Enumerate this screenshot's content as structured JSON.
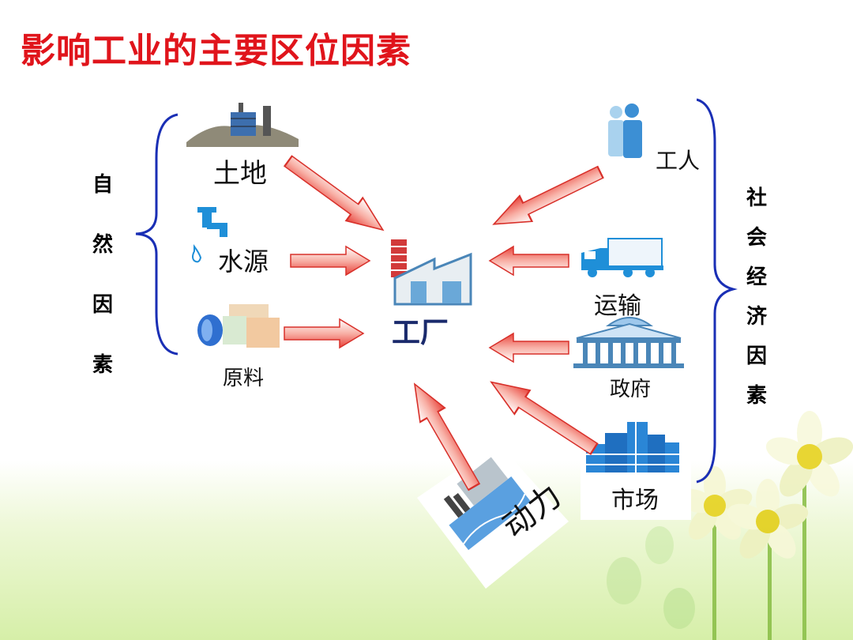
{
  "title": "影响工业的主要区位因素",
  "natural_factors": {
    "label_chars": [
      "自",
      "然",
      "因",
      "素"
    ],
    "items": [
      "土地",
      "水源",
      "原料"
    ]
  },
  "social_factors": {
    "label_chars": [
      "社",
      "会",
      "经",
      "济",
      "因",
      "素"
    ],
    "items": [
      "工人",
      "运输",
      "政府",
      "市场"
    ]
  },
  "center": "工厂",
  "power": "动力",
  "colors": {
    "title": "#e0141b",
    "brace": "#1a2fb5",
    "arrow": "#e8423a",
    "icon_blue": "#1f8fd8"
  }
}
